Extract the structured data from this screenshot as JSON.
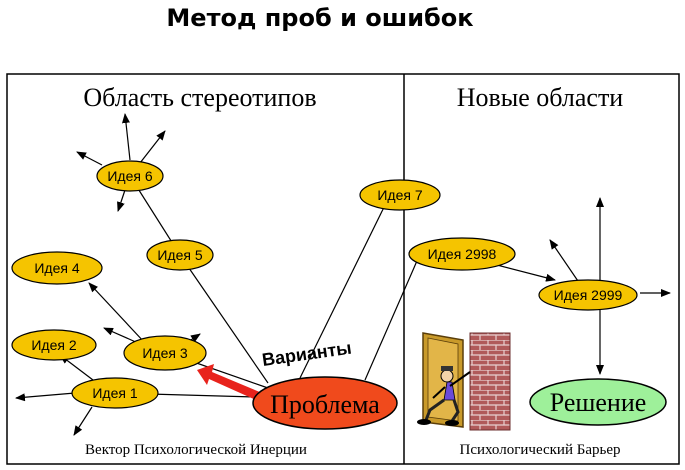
{
  "title": "Метод проб и ошибок",
  "regions": {
    "stereotypes": "Область стереотипов",
    "new_areas": "Новые области"
  },
  "footer": {
    "inertia_vector": "Вектор Психологической Инерции",
    "barrier": "Психологический Барьер"
  },
  "nodes": {
    "idea1": "Идея 1",
    "idea2": "Идея 2",
    "idea3": "Идея 3",
    "idea4": "Идея 4",
    "idea5": "Идея 5",
    "idea6": "Идея 6",
    "idea7": "Идея 7",
    "idea2998": "Идея 2998",
    "idea2999": "Идея 2999",
    "problem": "Проблема",
    "solution": "Решение"
  },
  "variants_label": "Варианты",
  "colors": {
    "idea_fill": "#f5c400",
    "problem_fill": "#f04a1c",
    "solution_fill": "#9ef09a",
    "arrow_red": "#e8231c",
    "door": "#c99a2a",
    "brick": "#b05a5a"
  }
}
